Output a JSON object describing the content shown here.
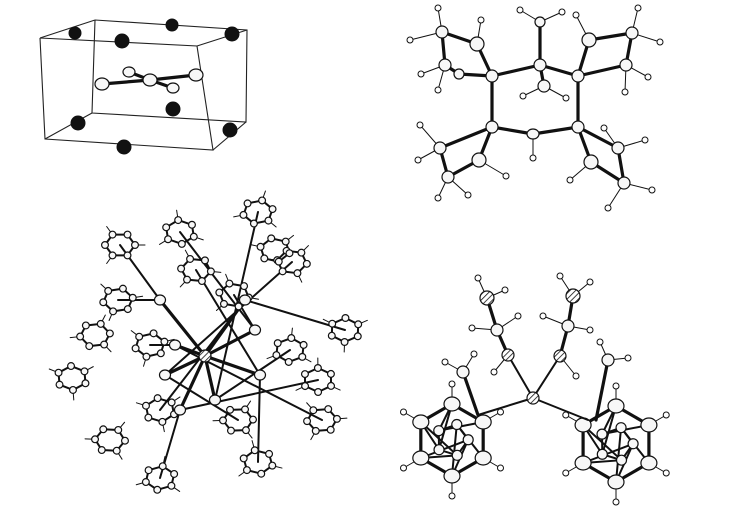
{
  "figure": {
    "panels": [
      {
        "id": "unit-cell-packing",
        "description_visible_text": ""
      },
      {
        "id": "cage-hydrocarbon-ortep",
        "description_visible_text": ""
      },
      {
        "id": "large-complex-ortep",
        "description_visible_text": ""
      },
      {
        "id": "carborane-complex-ortep",
        "description_visible_text": ""
      }
    ],
    "colors": {
      "ink": "#111111",
      "atom_fill": "#f7f7f7",
      "background": "#ffffff"
    }
  }
}
